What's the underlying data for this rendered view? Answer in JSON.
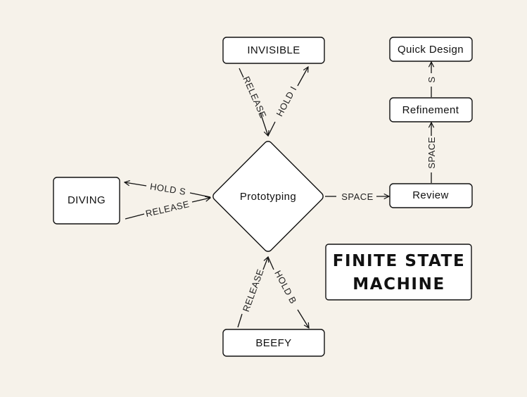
{
  "diagram": {
    "title_lines": [
      "FINITE STATE",
      "MACHINE"
    ],
    "nodes": {
      "prototyping": "Prototyping",
      "invisible": "INVISIBLE",
      "diving": "DIVING",
      "beefy": "BEEFY",
      "review": "Review",
      "refinement": "Refinement",
      "quick_design": "Quick Design"
    },
    "edges": {
      "invisible_release": "RELEASE",
      "hold_i": "HOLD I",
      "hold_s": "HOLD S",
      "diving_release": "RELEASE",
      "beefy_release": "RELEASE",
      "hold_b": "HOLD B",
      "space_to_review": "SPACE",
      "space_to_refinement": "SPACE",
      "s_to_quick_design": "S"
    }
  }
}
